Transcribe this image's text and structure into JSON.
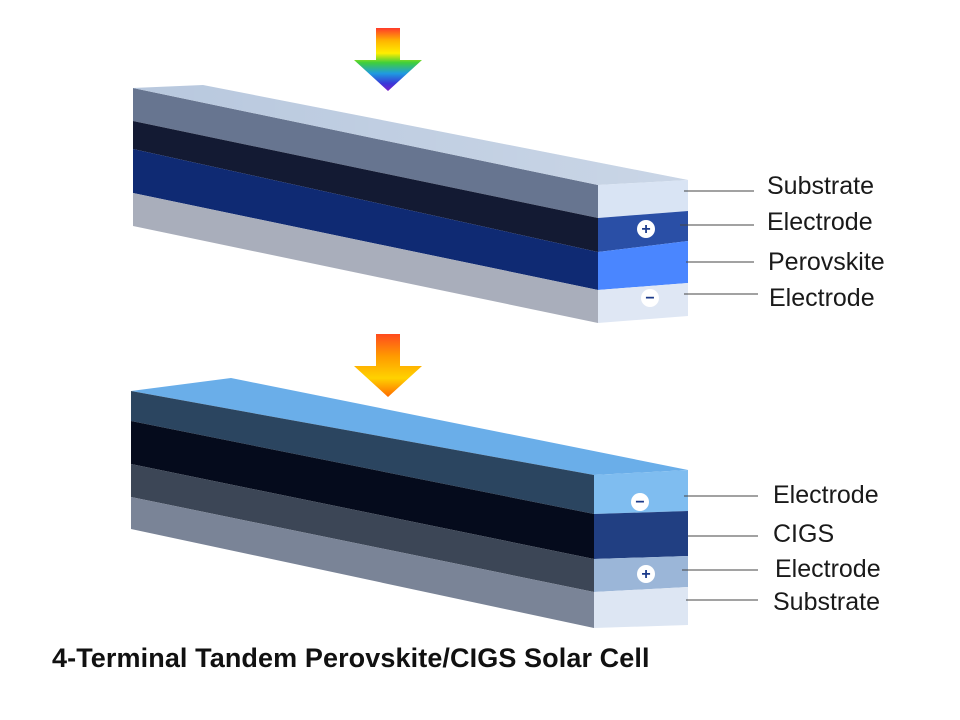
{
  "title": "4-Terminal Tandem Perovskite/CIGS Solar Cell",
  "top_cell": {
    "layers": [
      {
        "label": "Substrate",
        "terminal": ""
      },
      {
        "label": "Electrode",
        "terminal": "+"
      },
      {
        "label": "Perovskite",
        "terminal": ""
      },
      {
        "label": "Electrode",
        "terminal": "−"
      }
    ]
  },
  "bottom_cell": {
    "layers": [
      {
        "label": "Electrode",
        "terminal": "−"
      },
      {
        "label": "CIGS",
        "terminal": ""
      },
      {
        "label": "Electrode",
        "terminal": "+"
      },
      {
        "label": "Substrate",
        "terminal": ""
      }
    ]
  },
  "icons": {
    "top_arrow": "full-spectrum-light-arrow-icon",
    "bottom_arrow": "filtered-light-arrow-icon"
  },
  "colors": {
    "perovskite_face": "#4a86ff",
    "cigs_face": "#213f82",
    "electrode_light": "#73b6ee",
    "substrate": "#dde6f3"
  }
}
